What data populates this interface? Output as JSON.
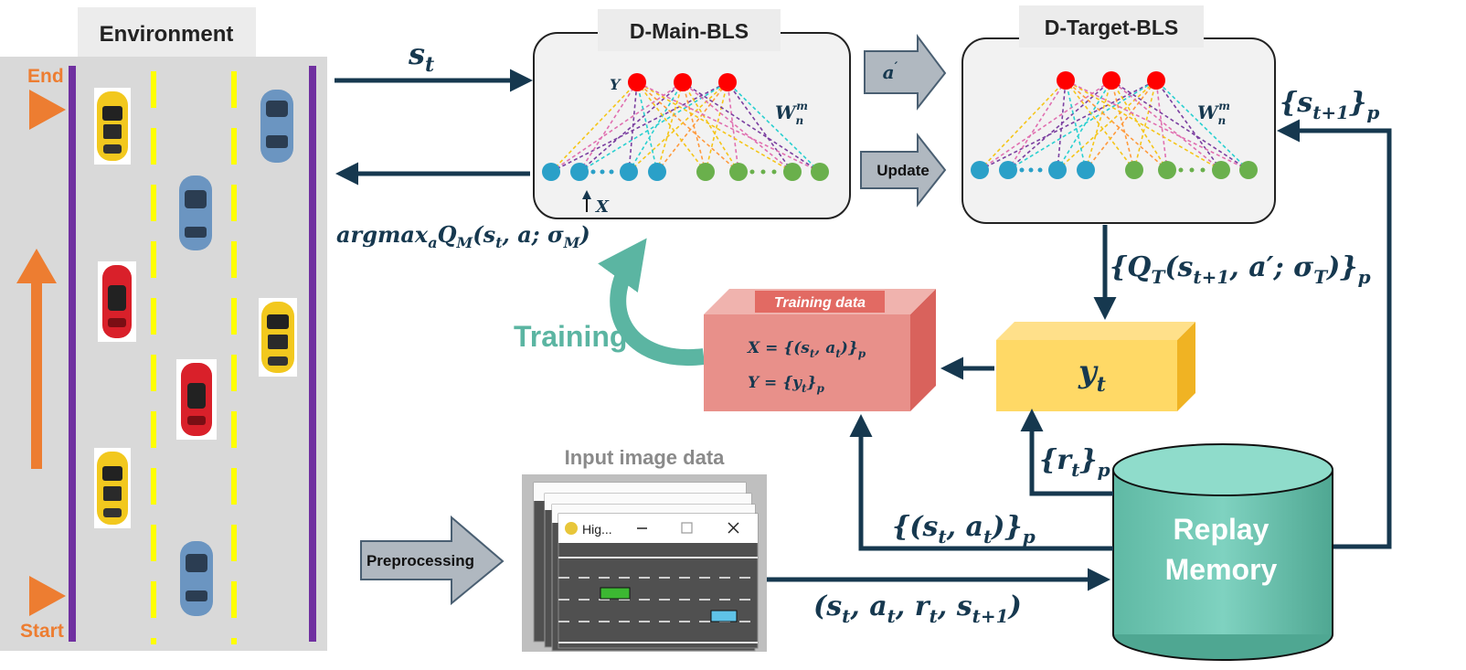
{
  "environment": {
    "title": "Environment",
    "end_label": "End",
    "start_label": "Start"
  },
  "main_net": {
    "title": "D-Main-BLS",
    "y_label": "Y",
    "x_label": "X",
    "w_label": "W",
    "w_sub": "n",
    "w_sup": "m"
  },
  "target_net": {
    "title": "D-Target-BLS",
    "w_label": "W",
    "w_sub": "n",
    "w_sup": "m"
  },
  "arrows": {
    "action_label": "a",
    "action_prime": "′",
    "update_label": "Update",
    "preprocessing_label": "Preprocessing"
  },
  "math": {
    "state": "s",
    "state_sub": "t",
    "argmax": "argmax",
    "argmax_a": "a",
    "argmax_q": "Q",
    "argmax_m": "M",
    "argmax_args": "(s",
    "argmax_t": "t",
    "argmax_rest": ", a; σ",
    "argmax_sigma_m": "M",
    "argmax_close": ")",
    "qt_open": "{Q",
    "qt_sub": "T",
    "qt_args": "(s",
    "qt_t1": "t+1",
    "qt_rest": ", a′; σ",
    "qt_sigma": "T",
    "qt_close": ")}",
    "qt_p": "p",
    "next_open": "{s",
    "next_sub": "t+1",
    "next_close": "}",
    "next_p": "p",
    "reward_open": "{r",
    "reward_sub": "t",
    "reward_close": "}",
    "reward_p": "p",
    "sa_open": "{(s",
    "sa_t": "t",
    "sa_mid": ", a",
    "sa_t2": "t",
    "sa_close": ")}",
    "sa_p": "p",
    "tuple_text": "(s",
    "tuple_t": "t",
    "tuple_a": ", a",
    "tuple_t2": "t",
    "tuple_r": ", r",
    "tuple_t3": "t",
    "tuple_s": ", s",
    "tuple_t4": "t+1",
    "tuple_close": ")"
  },
  "training": {
    "label": "Training",
    "box_title": "Training data",
    "x_formula": "X = {(s",
    "x_formula_t": "t",
    "x_formula_a": ", a",
    "x_formula_t2": "t",
    "x_formula_close": ")}",
    "x_formula_p": "p",
    "y_formula": "Y = {y",
    "y_formula_t": "t",
    "y_formula_close": "}",
    "y_formula_p": "p"
  },
  "yt_box": {
    "label": "y",
    "sub": "t"
  },
  "replay": {
    "line1": "Replay",
    "line2": "Memory"
  },
  "input_images": {
    "title": "Input image data",
    "window_title": "Hig..."
  },
  "colors": {
    "arrow_dark": "#16384f",
    "env_title_bg": "#ececec",
    "road_bg": "#d9d9d9",
    "lane_purple": "#7030a0",
    "lane_yellow": "#ffff00",
    "orange": "#ed7d31",
    "node_red": "#ff0000",
    "node_blue": "#2aa0c8",
    "node_green": "#6ab04c",
    "training_teal": "#5bb5a2",
    "training_box": "#e8908a",
    "yt_box": "#ffd966",
    "replay_cyl": "#66c2ad",
    "grey_arrow": "#b0b8c0"
  }
}
